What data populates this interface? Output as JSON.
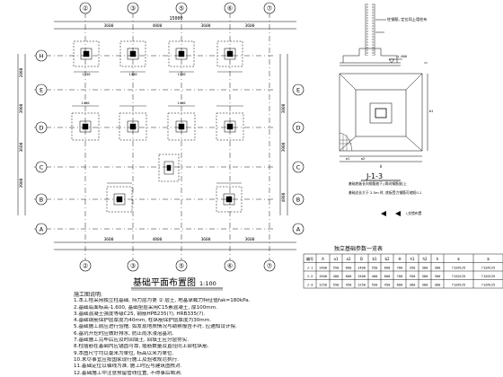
{
  "plan": {
    "title": "基础平面布置图",
    "scale": "1:100",
    "axes_top": [
      "②",
      "③",
      "⑤",
      "⑥",
      "⑦"
    ],
    "axes_bottom": [
      "②",
      "③",
      "⑤",
      "⑥",
      "⑦"
    ],
    "axes_left": [
      "H",
      "E",
      "D",
      "C",
      "B",
      "A"
    ],
    "axes_right": [
      "E",
      "D",
      "C",
      "B",
      "A"
    ],
    "overall_width": "15000",
    "top_spans": [
      "3600",
      "4800",
      "3600",
      "3600"
    ],
    "bottom_spans": [
      "3600",
      "4800",
      "3600",
      "3600"
    ],
    "left_dims": [
      "2800",
      "3900",
      "3600",
      "3900"
    ],
    "right_dims": [
      "3800",
      "3900",
      "4800"
    ],
    "footing_dims": [
      "1250",
      "1400",
      "1250",
      "1400",
      "1400"
    ]
  },
  "section": {
    "label": "J-1-3",
    "note_lines": [
      "柱钢筋, 定位同上墙柱布",
      "基础底板长向钢筋放下,(两向钢筋放)上",
      "基础边长大于 2.5m 时, 底板受力钢筋可缩短0.1",
      "l,交错布置"
    ],
    "dims": [
      "a1",
      "a2",
      "b1",
      "A"
    ],
    "level": "-1.600"
  },
  "schedule": {
    "title": "独立基础参数一览表",
    "headers": [
      "编号",
      "A",
      "a1",
      "a2",
      "B",
      "b1",
      "b2",
      "H",
      "h1",
      "h2",
      "h",
      "①",
      "②"
    ],
    "rows": [
      [
        "J-1",
        "1400",
        "550",
        "600",
        "1400",
        "550",
        "600",
        "700",
        "350",
        "300",
        "300",
        "?12@125",
        "?12@125"
      ],
      [
        "J-2",
        "1500",
        "400",
        "600",
        "1500",
        "400",
        "600",
        "700",
        "350",
        "300",
        "300",
        "?12@125",
        "?12@125"
      ],
      [
        "J-3",
        "1250",
        "550",
        "450",
        "1250",
        "550",
        "450",
        "600",
        "300",
        "300",
        "300",
        "?12@125",
        "?12@125"
      ]
    ]
  },
  "notes": {
    "title": "施工图说明:",
    "lines": [
      "1.本工程采用独立柱基础, 持力层为第 ② 层土, 地基承载力特征值fak=180kPa.",
      "2.基础底面标高-1.600, 基础垫层采用C15素混凝土, 厚100mm.",
      "3.基础混凝土强度等级C25, 钢筋HPB235(?), HRB335(?).",
      "4.基础钢筋保护层厚度为40mm, 柱纵筋保护层厚度为30mm.",
      "5.基础施工前应进行验槽, 如发现地质情况与勘察报告不符, 应通知设计院.",
      "6.基坑开挖时应做好排水, 防止雨水浸泡基坑.",
      "7.基础施工完毕后应及时回填土, 回填土应分层夯实.",
      "8.柱插筋在基础内应锚固可靠, 插筋数量及直径同上部柱纵筋.",
      "9.本图尺寸均以毫米为单位, 标高以米为单位.",
      "10.未尽事宜应按国家现行施工及验收规范执行.",
      "11.基础定位以轴线为准, 施工时应与建筑图核对.",
      "12.基础施工中注意预留管线位置, 不得事后凿洞."
    ]
  }
}
